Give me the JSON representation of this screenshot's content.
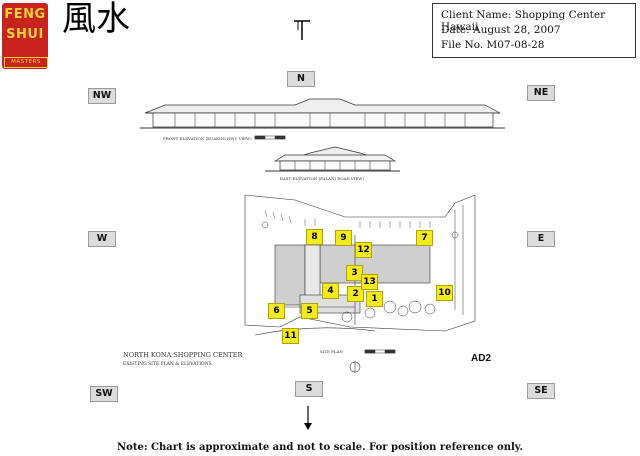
{
  "logo": {
    "line1": "FENG",
    "line2": "SHUI",
    "line3": "MASTERS"
  },
  "kanji": "風水",
  "info": {
    "client": "Client Name:   Shopping Center Hawaii",
    "date": "Date:   August 28, 2007",
    "file": "File No.  M07-08-28"
  },
  "directions": {
    "n": "N",
    "ne": "NE",
    "e": "E",
    "se": "SE",
    "s": "S",
    "sw": "SW",
    "w": "W",
    "nw": "NW"
  },
  "plan": {
    "front_elevation": "FRONT ELEVATION (KUAKINI HWY VIEW)",
    "east_elevation": "EAST ELEVATION (PALANI ROAD VIEW)",
    "site_plan": "SITE PLAN",
    "project_title": "NORTH KONA SHOPPING CENTER",
    "project_subtitle": "EXISTING SITE PLAN & ELEVATIONS",
    "firm": "AD2"
  },
  "markers": [
    "1",
    "2",
    "3",
    "4",
    "5",
    "6",
    "7",
    "8",
    "9",
    "10",
    "11",
    "12",
    "13"
  ],
  "note": "Note:   Chart is approximate and not to scale.  For position reference only."
}
